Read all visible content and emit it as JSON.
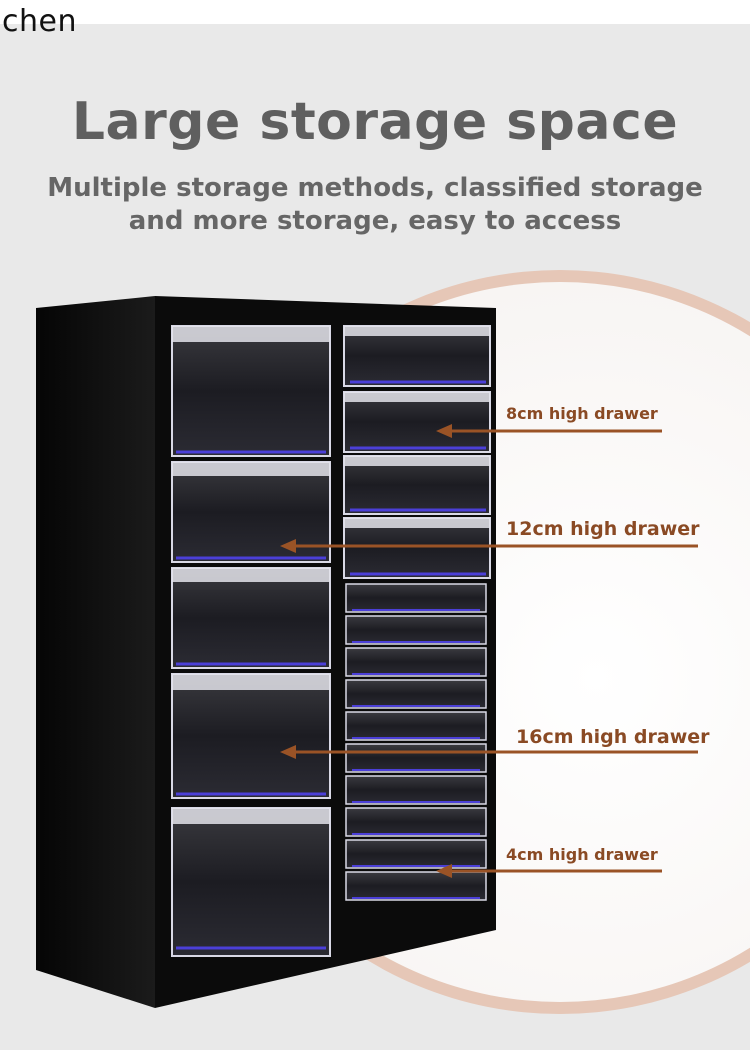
{
  "watermark": "chen",
  "headline": "Large storage space",
  "subheadline": {
    "line1": "Multiple storage methods, classified storage",
    "line2": "and more storage, easy to access"
  },
  "callouts": {
    "c8": "8cm high drawer",
    "c12": "12cm high drawer",
    "c16": "16cm high drawer",
    "c4": "4cm high drawer"
  },
  "colors": {
    "background": "#e9e9e9",
    "ring": "#e6c7b7",
    "arrow": "#9a5326",
    "cabinet": "#0c0c0c",
    "drawer_accent": "#4b3fd8"
  }
}
